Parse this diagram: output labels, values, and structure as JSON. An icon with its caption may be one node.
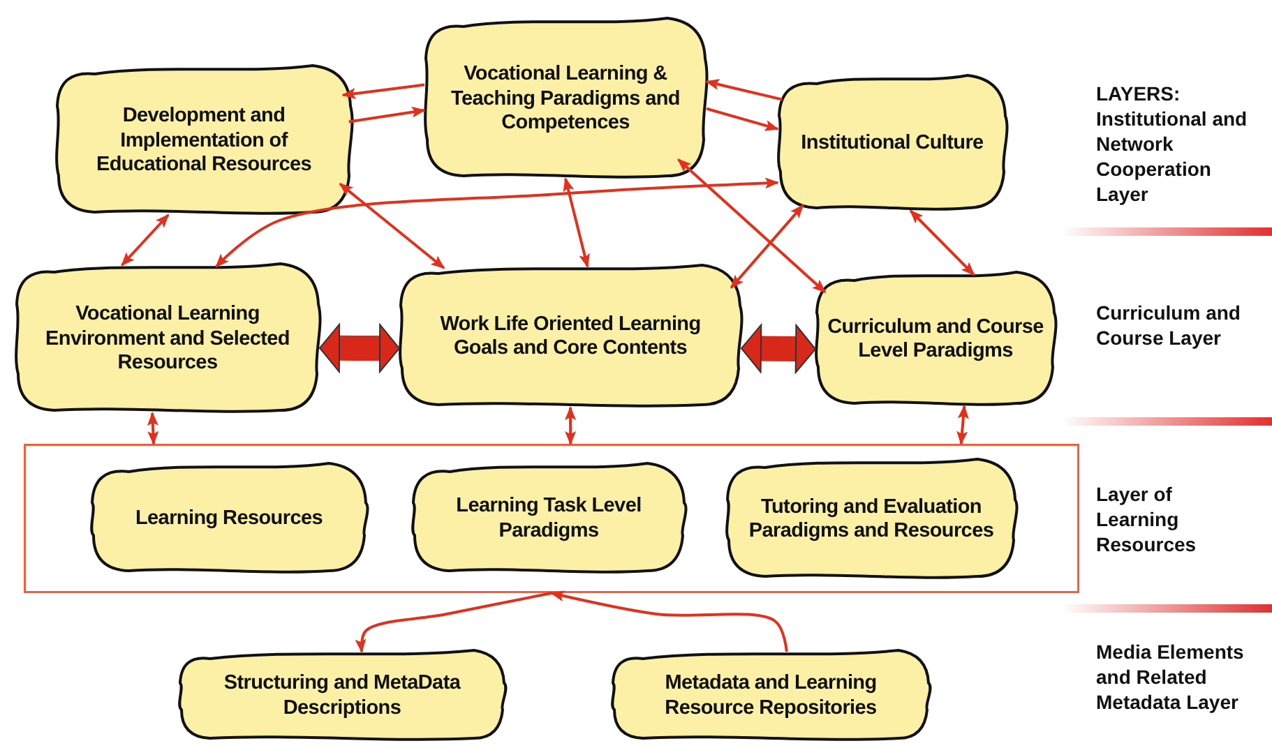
{
  "diagram": {
    "nodes": [
      {
        "text": [
          "Development and Implementation of Educational Resources"
        ]
      },
      {
        "text": [
          "Vocational Learning & Teaching Paradigms and Competences"
        ]
      },
      {
        "text": [
          "Institutional Culture"
        ]
      },
      {
        "text": [
          "Vocational Learning Environment and Selected Resources"
        ]
      },
      {
        "text": [
          "Work Life Oriented Learning Goals and Core Contents"
        ]
      },
      {
        "text": [
          "Curriculum and Course Level Paradigms"
        ]
      },
      {
        "text": [],
        "shape": "box"
      },
      {
        "text": [
          "Learning Resources"
        ],
        "in": 6
      },
      {
        "text": [
          "Learning Task Level Paradigms"
        ],
        "in": 6
      },
      {
        "text": [
          "Tutoring and Evaluation Paradigms and Resources"
        ],
        "in": 6
      },
      {
        "text": [
          "Structuring and MetaData Descriptions"
        ]
      },
      {
        "text": [
          "Metadata and Learning Resource Repositories"
        ]
      }
    ],
    "edges": [
      {
        "from": 1,
        "to": 0,
        "arrow": "to"
      },
      {
        "from": 0,
        "to": 1,
        "arrow": "to"
      },
      {
        "from": 2,
        "to": 1,
        "arrow": "to"
      },
      {
        "from": 1,
        "to": 2,
        "arrow": "to"
      },
      {
        "from": 0,
        "to": 3,
        "arrow": "both"
      },
      {
        "from": 0,
        "to": 4,
        "arrow": "both"
      },
      {
        "from": 1,
        "to": 4,
        "arrow": "both"
      },
      {
        "from": 3,
        "to": 2,
        "arrow": "both"
      },
      {
        "from": 1,
        "to": 5,
        "arrow": "both"
      },
      {
        "from": 4,
        "to": 2,
        "arrow": "both"
      },
      {
        "from": 2,
        "to": 5,
        "arrow": "both"
      },
      {
        "from": 3,
        "to": 4,
        "arrow": "both",
        "style": "thick"
      },
      {
        "from": 4,
        "to": 5,
        "arrow": "both",
        "style": "thick"
      },
      {
        "from": 3,
        "to": 6,
        "arrow": "both"
      },
      {
        "from": 4,
        "to": 6,
        "arrow": "both"
      },
      {
        "from": 5,
        "to": 6,
        "arrow": "both"
      },
      {
        "from": 11,
        "to": 6,
        "arrow": "to"
      },
      {
        "from": 6,
        "to": 10,
        "arrow": "to"
      }
    ],
    "labels": [
      "LAYERS: Institutional and Network Cooperation Layer",
      "Curriculum and Course Layer",
      "Layer of Learning Resources",
      "Media Elements and Related Metadata Layer"
    ]
  }
}
